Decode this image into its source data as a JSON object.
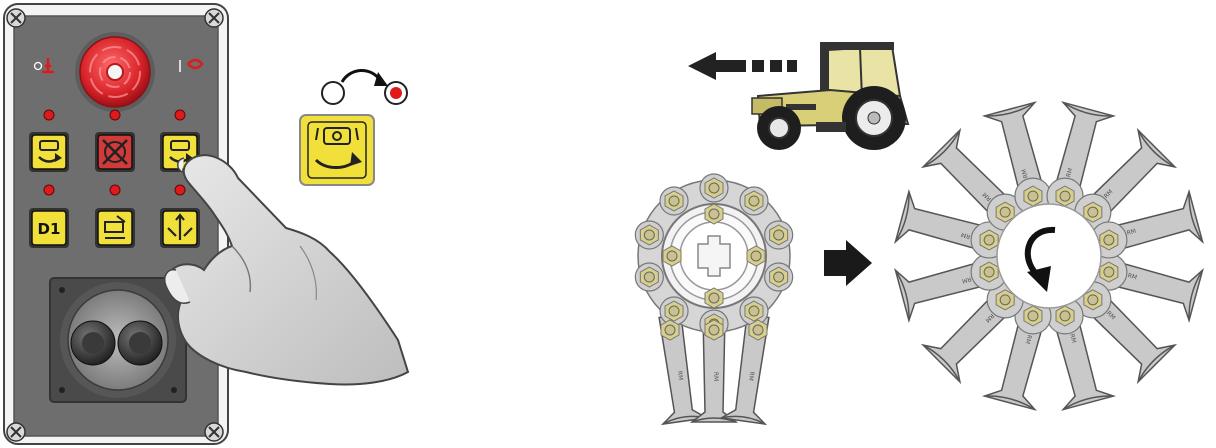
{
  "control_panel": {
    "estop_state_off_symbol": "O",
    "estop_state_on_symbol": "I",
    "buttons": [
      {
        "row": 1,
        "col": 1,
        "icon": "rotor-fold-icon",
        "face": "#f2e03a",
        "label": ""
      },
      {
        "row": 1,
        "col": 2,
        "icon": "stop-rotation-icon",
        "face": "#d23a3a",
        "label": ""
      },
      {
        "row": 1,
        "col": 3,
        "icon": "rotor-fold-icon",
        "face": "#f2e03a",
        "label": ""
      },
      {
        "row": 2,
        "col": 1,
        "icon": "memory-icon",
        "face": "#f2e03a",
        "label": "D1"
      },
      {
        "row": 2,
        "col": 2,
        "icon": "tilt-icon",
        "face": "#f2e03a",
        "label": ""
      },
      {
        "row": 2,
        "col": 3,
        "icon": "lift-arrows-icon",
        "face": "#f2e03a",
        "label": ""
      }
    ],
    "indicator_off_color": "#ffffff",
    "indicator_on_color": "#e0191a"
  },
  "callout": {
    "icon": "rotor-rotate-icon",
    "state_from": "off",
    "state_to": "on"
  },
  "rotor": {
    "folded_arm_count": 3,
    "expanded_arm_count": 12,
    "blade_marking": "RM",
    "rotation": "counter-clockwise"
  },
  "colors": {
    "panel_gray": "#6e6e6e",
    "panel_border": "#9a9a9a",
    "estop_red": "#d8232a",
    "button_yellow": "#f2e03a",
    "tractor_body": "#d8cf78",
    "arm_gray": "#c9c9c9",
    "bolt_yellow": "#d8d08a"
  }
}
